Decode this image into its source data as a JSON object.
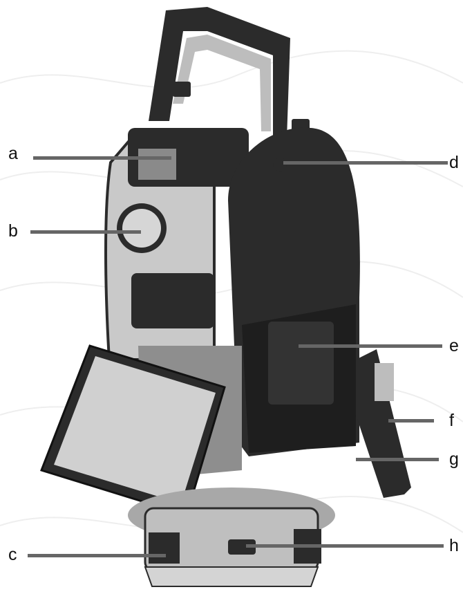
{
  "callouts": {
    "a": "a",
    "b": "b",
    "c": "c",
    "d": "d",
    "e": "e",
    "f": "f",
    "g": "g",
    "h": "h"
  },
  "colors": {
    "leader": "#666666",
    "body_dark": "#2b2b2b",
    "body_light": "#c9c9c9",
    "screen": "#d0d0d0",
    "background_contour": "#eeeeee"
  }
}
